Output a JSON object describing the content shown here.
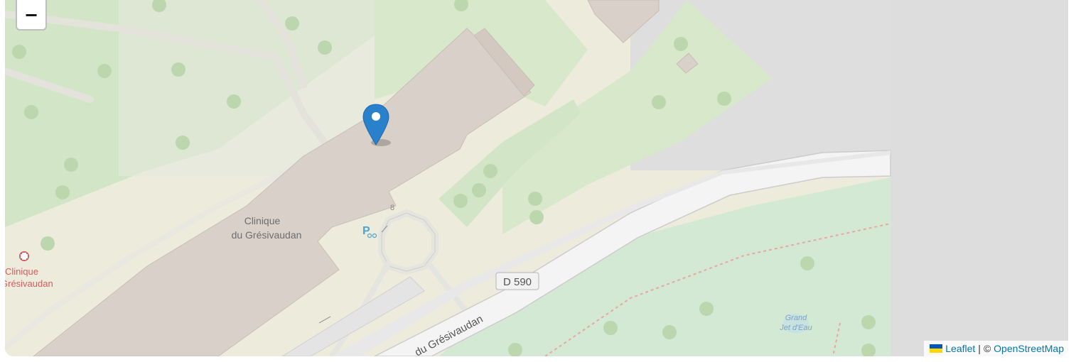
{
  "map": {
    "zoom_out_symbol": "−",
    "labels": {
      "building": [
        "Clinique",
        "du Grésivaudan"
      ],
      "poi": [
        "Clinique",
        "Grésivaudan"
      ],
      "road_ref": "D 590",
      "road_name": "du Grésivaudan",
      "house_number": "8",
      "water": [
        "Grand",
        "Jet d'Eau"
      ],
      "parking_symbol": "P"
    },
    "colors": {
      "park": "#cfe5c3",
      "grass": "#d7e8cb",
      "building": "#d9d0c9",
      "landuse": "#ecebdc",
      "road": "#f2f2f2",
      "empty": "#dddddd",
      "marker": "#2a81cb",
      "poi": "#d45c5c"
    }
  },
  "attribution": {
    "leaflet": "Leaflet",
    "separator": "|",
    "copyright": "©",
    "osm": "OpenStreetMap"
  },
  "icons": {
    "zoom_out": "minus-icon",
    "marker": "map-marker-icon",
    "flag": "ukraine-flag-icon",
    "hospital": "hospital-cross-icon",
    "parking": "bicycle-parking-icon"
  }
}
